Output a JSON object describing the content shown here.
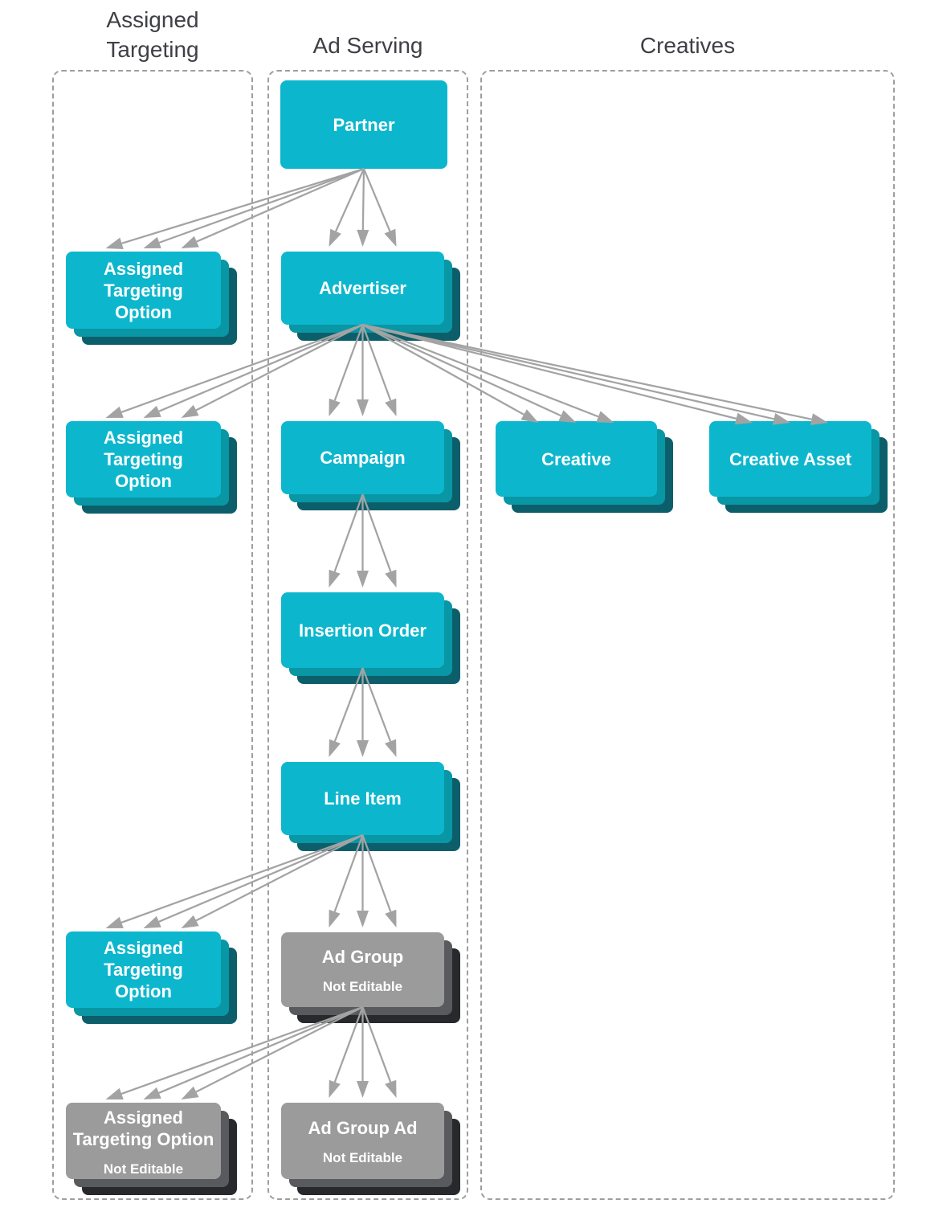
{
  "columns": [
    {
      "id": "assigned-targeting",
      "label": "Assigned\nTargeting"
    },
    {
      "id": "ad-serving",
      "label": "Ad Serving"
    },
    {
      "id": "creatives",
      "label": "Creatives"
    }
  ],
  "nodes": [
    {
      "id": "partner",
      "label": "Partner",
      "style": "editable",
      "stacked": false,
      "column": "ad-serving"
    },
    {
      "id": "ato-partner",
      "label": "Assigned\nTargeting\nOption",
      "style": "editable",
      "stacked": true,
      "column": "assigned-targeting"
    },
    {
      "id": "advertiser",
      "label": "Advertiser",
      "style": "editable",
      "stacked": true,
      "column": "ad-serving"
    },
    {
      "id": "ato-advertiser",
      "label": "Assigned\nTargeting\nOption",
      "style": "editable",
      "stacked": true,
      "column": "assigned-targeting"
    },
    {
      "id": "campaign",
      "label": "Campaign",
      "style": "editable",
      "stacked": true,
      "column": "ad-serving"
    },
    {
      "id": "creative",
      "label": "Creative",
      "style": "editable",
      "stacked": true,
      "column": "creatives"
    },
    {
      "id": "creative-asset",
      "label": "Creative Asset",
      "style": "editable",
      "stacked": true,
      "column": "creatives"
    },
    {
      "id": "insertion-order",
      "label": "Insertion Order",
      "style": "editable",
      "stacked": true,
      "column": "ad-serving"
    },
    {
      "id": "line-item",
      "label": "Line Item",
      "style": "editable",
      "stacked": true,
      "column": "ad-serving"
    },
    {
      "id": "ato-line-item",
      "label": "Assigned\nTargeting\nOption",
      "style": "editable",
      "stacked": true,
      "column": "assigned-targeting"
    },
    {
      "id": "ad-group",
      "label": "Ad Group",
      "sublabel": "Not Editable",
      "style": "not-editable",
      "stacked": true,
      "column": "ad-serving"
    },
    {
      "id": "ato-ad-group",
      "label": "Assigned\nTargeting Option",
      "sublabel": "Not Editable",
      "style": "not-editable",
      "stacked": true,
      "column": "assigned-targeting"
    },
    {
      "id": "ad-group-ad",
      "label": "Ad Group Ad",
      "sublabel": "Not Editable",
      "style": "not-editable",
      "stacked": true,
      "column": "ad-serving"
    }
  ],
  "edges": [
    {
      "from": "partner",
      "to": "ato-partner"
    },
    {
      "from": "partner",
      "to": "advertiser"
    },
    {
      "from": "advertiser",
      "to": "ato-advertiser"
    },
    {
      "from": "advertiser",
      "to": "campaign"
    },
    {
      "from": "advertiser",
      "to": "creative"
    },
    {
      "from": "advertiser",
      "to": "creative-asset"
    },
    {
      "from": "campaign",
      "to": "insertion-order"
    },
    {
      "from": "insertion-order",
      "to": "line-item"
    },
    {
      "from": "line-item",
      "to": "ato-line-item"
    },
    {
      "from": "line-item",
      "to": "ad-group"
    },
    {
      "from": "ad-group",
      "to": "ato-ad-group"
    },
    {
      "from": "ad-group",
      "to": "ad-group-ad"
    }
  ],
  "colors": {
    "node_editable": "#0CB7CD",
    "node_editable_mid": "#0996A5",
    "node_editable_dark": "#0C5F6A",
    "node_not_editable": "#9B9B9B",
    "node_not_editable_mid": "#595A5E",
    "node_not_editable_dark": "#28292C",
    "arrow": "#A3A3A3",
    "column_border": "#9E9E9E",
    "heading_text": "#3F4045",
    "node_text": "#FFFFFF"
  }
}
